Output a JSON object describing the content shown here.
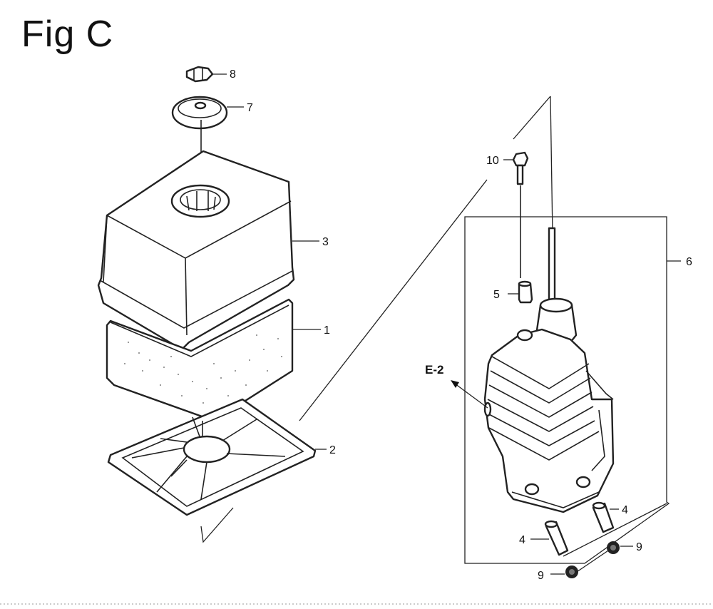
{
  "figure": {
    "title": "Fig C"
  },
  "callouts": {
    "c1": "1",
    "c2": "2",
    "c3": "3",
    "c4a": "4",
    "c4b": "4",
    "c5": "5",
    "c6": "6",
    "c7": "7",
    "c8": "8",
    "c9a": "9",
    "c9b": "9",
    "c10": "10",
    "ref": "E-2"
  }
}
